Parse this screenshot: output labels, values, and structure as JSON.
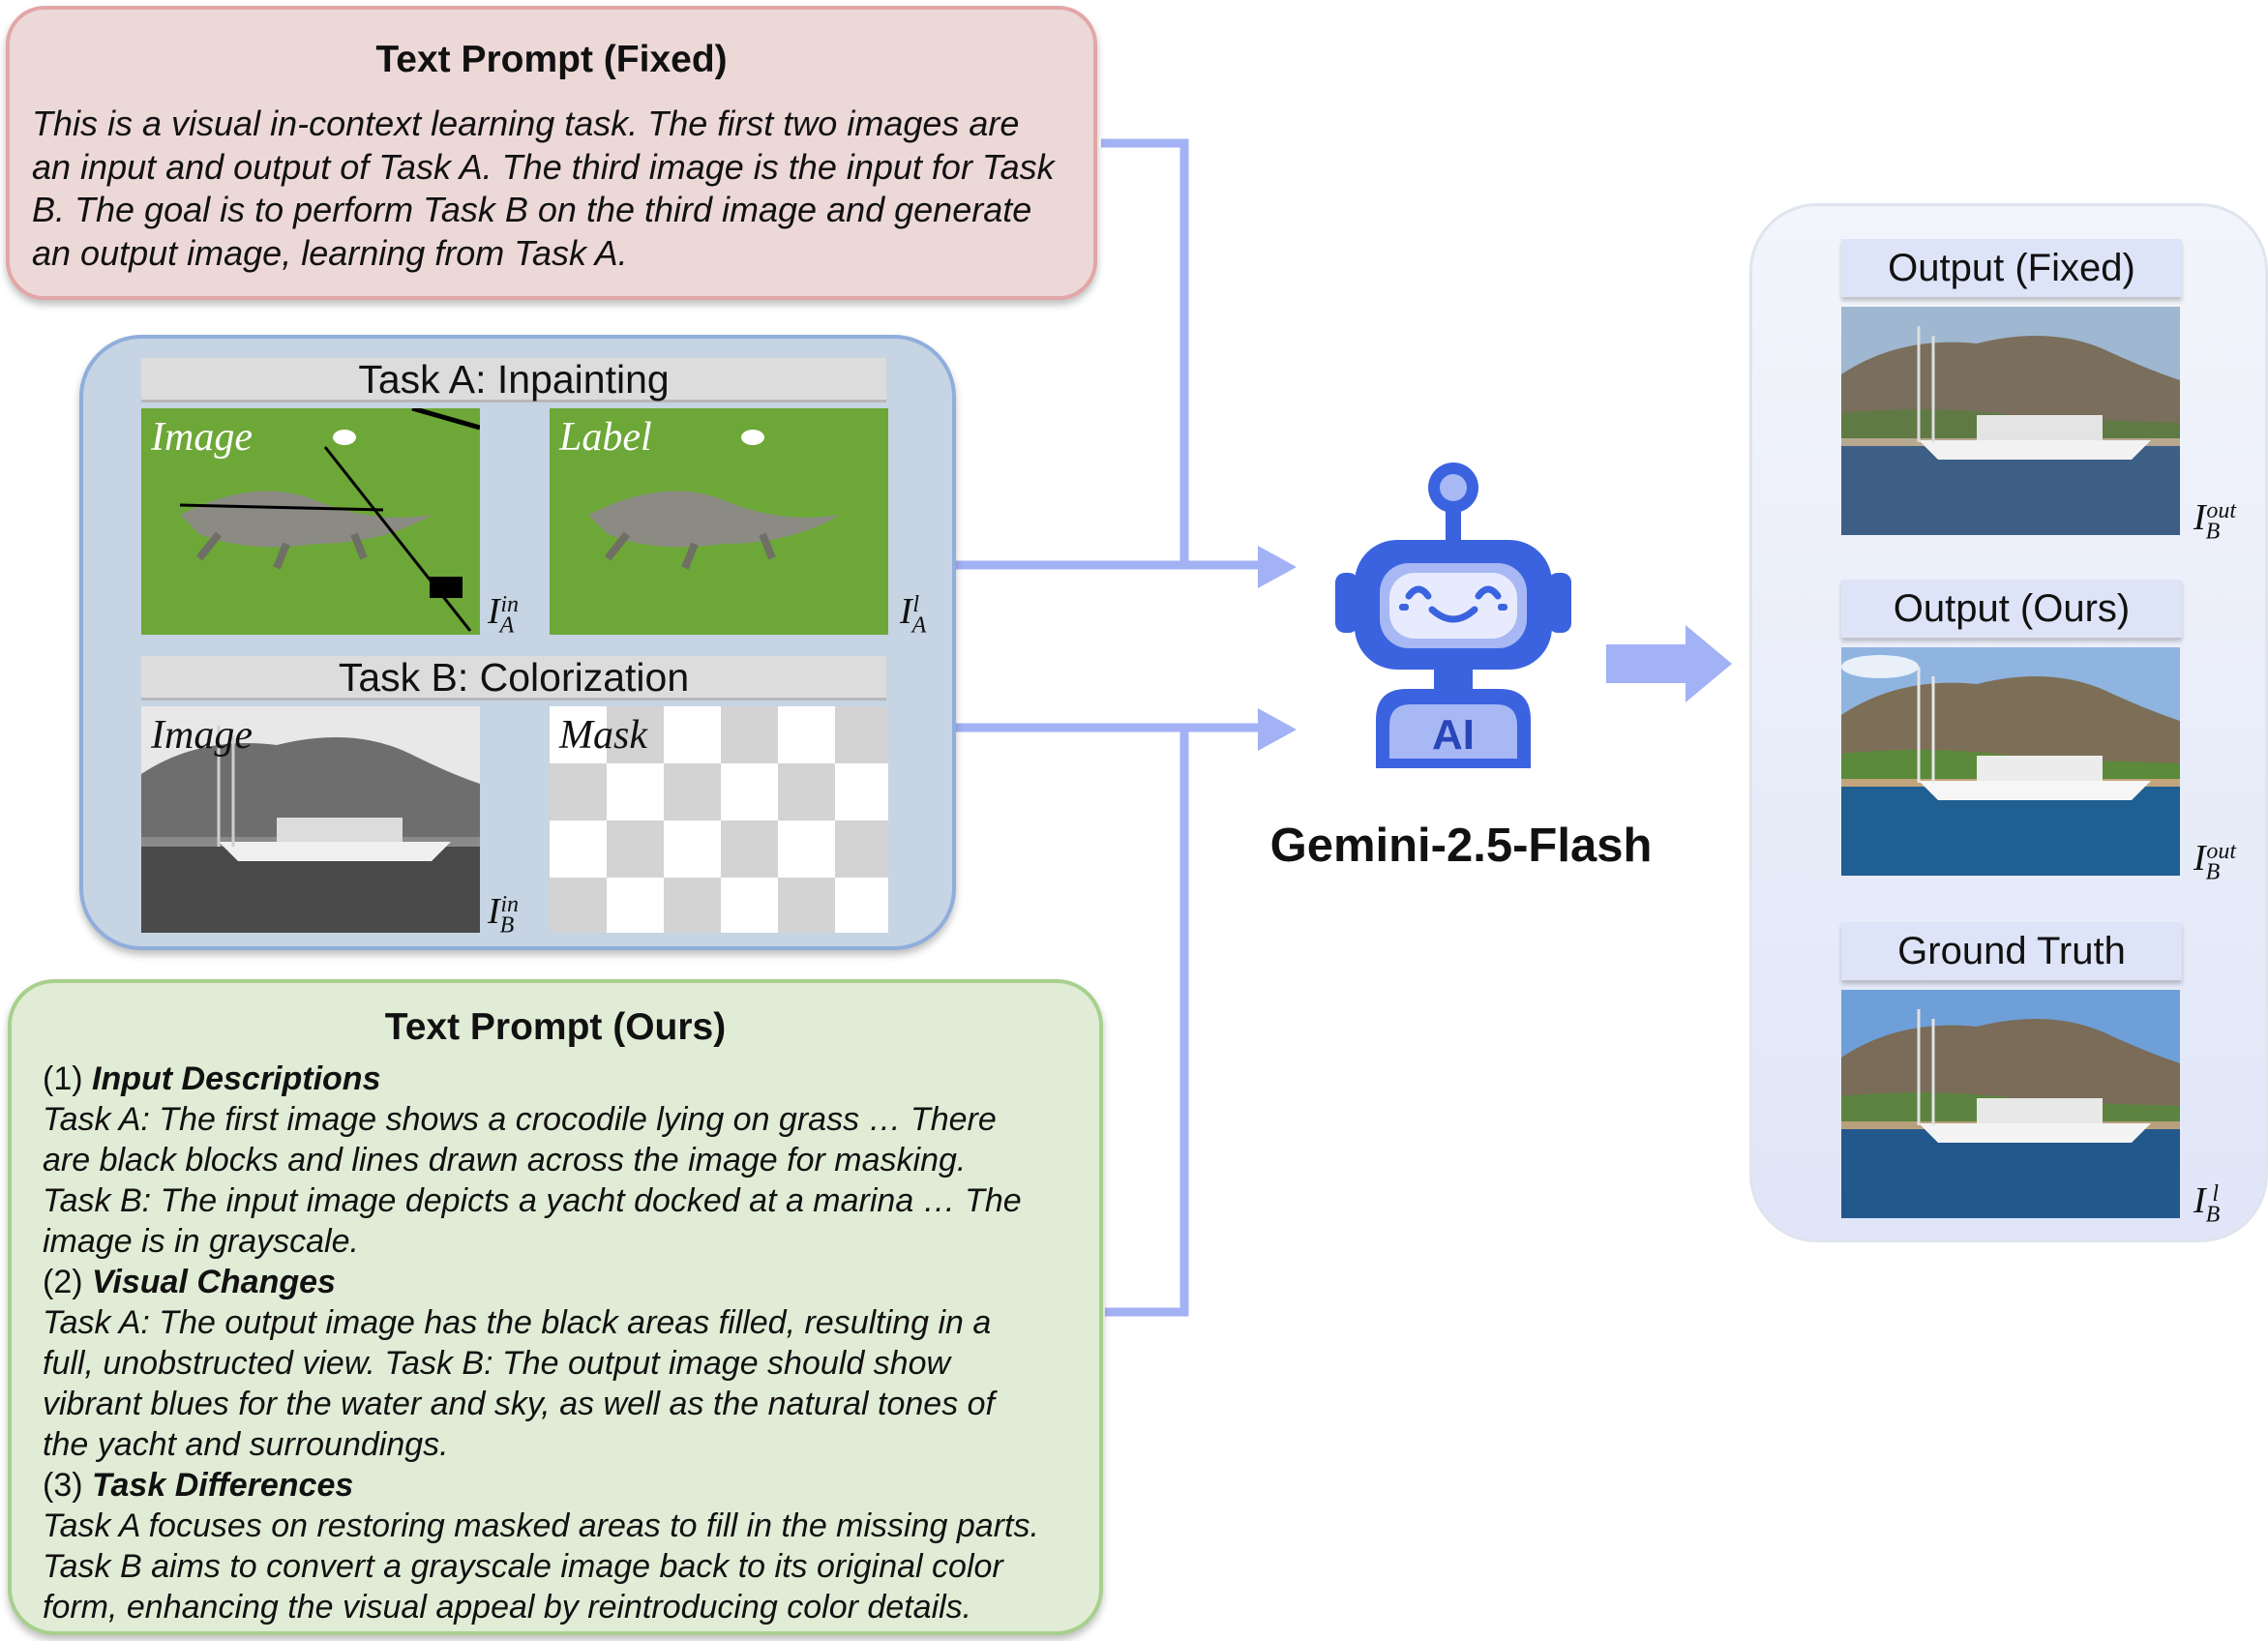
{
  "text_prompt_fixed": {
    "title": "Text Prompt (Fixed)",
    "lines": [
      "This is a visual in-context learning task. The first two images are",
      "an input and output of Task A. The third image is the input for Task",
      "B. The goal is to perform Task B on the third image and generate",
      "an output image, learning from Task A."
    ]
  },
  "task_a": {
    "header": "Task A: Inpainting",
    "image_label": "Image",
    "label_label": "Label",
    "input_math": "I_A^in",
    "label_math": "I_A^l"
  },
  "task_b": {
    "header": "Task B: Colorization",
    "image_label": "Image",
    "mask_label": "Mask",
    "input_math": "I_B^in"
  },
  "model": {
    "name": "Gemini-2.5-Flash",
    "icon_text": "AI"
  },
  "outputs": [
    {
      "label": "Output (Fixed)",
      "math": "I_B^out"
    },
    {
      "label": "Output (Ours)",
      "math": "I_B^out"
    },
    {
      "label": "Ground Truth",
      "math": "I_B^l"
    }
  ],
  "text_prompt_ours": {
    "title": "Text Prompt (Ours)",
    "sections": [
      {
        "num": "(1)",
        "heading": "Input Descriptions",
        "lines": [
          "Task A: The first image shows a crocodile lying on grass … There",
          "are black blocks and lines drawn across the image for masking.",
          "Task B: The input image depicts a yacht docked at a marina … The",
          "image is in grayscale."
        ]
      },
      {
        "num": "(2)",
        "heading": "Visual Changes",
        "lines": [
          "Task A: The output image has the black areas filled, resulting in a",
          "full, unobstructed view. Task B: The output image should show",
          "vibrant blues for the water and sky, as well as the natural tones of",
          "the yacht and surroundings."
        ]
      },
      {
        "num": "(3)",
        "heading": "Task Differences",
        "lines": [
          "Task A focuses on restoring masked areas to fill in the missing parts.",
          "Task B aims to convert a grayscale image back to its original color",
          "form, enhancing the visual appeal by reintroducing color details."
        ]
      }
    ]
  },
  "colors": {
    "connector": "#a3b1f5",
    "fixed_bg": "#edd8d8",
    "ours_bg": "#e1ecd6",
    "tasks_bg": "#c6d4e3",
    "robot_blue": "#3b63e0"
  }
}
